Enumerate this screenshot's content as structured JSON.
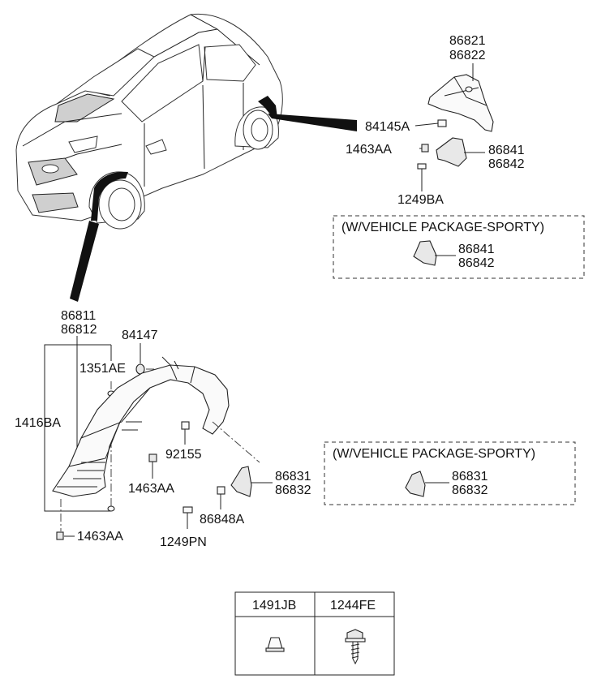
{
  "diagram": {
    "labels": {
      "p86821": "86821",
      "p86822": "86822",
      "p84145A": "84145A",
      "p1463AA_top": "1463AA",
      "p86841": "86841",
      "p86842": "86842",
      "p1249BA": "1249BA",
      "p86811": "86811",
      "p86812": "86812",
      "p84147": "84147",
      "p1351AE": "1351AE",
      "p1416BA": "1416BA",
      "p92155": "92155",
      "p1463AA_mid": "1463AA",
      "p86831": "86831",
      "p86832": "86832",
      "p86848A": "86848A",
      "p1463AA_bot": "1463AA",
      "p1249PN": "1249PN"
    },
    "package_top": {
      "title": "(W/VEHICLE PACKAGE-SPORTY)",
      "code1": "86841",
      "code2": "86842"
    },
    "package_bottom": {
      "title": "(W/VEHICLE PACKAGE-SPORTY)",
      "code1": "86831",
      "code2": "86832"
    },
    "fastener_table": {
      "headers": [
        "1491JB",
        "1244FE"
      ],
      "icons": [
        "clip-nut-icon",
        "screw-icon"
      ]
    }
  }
}
